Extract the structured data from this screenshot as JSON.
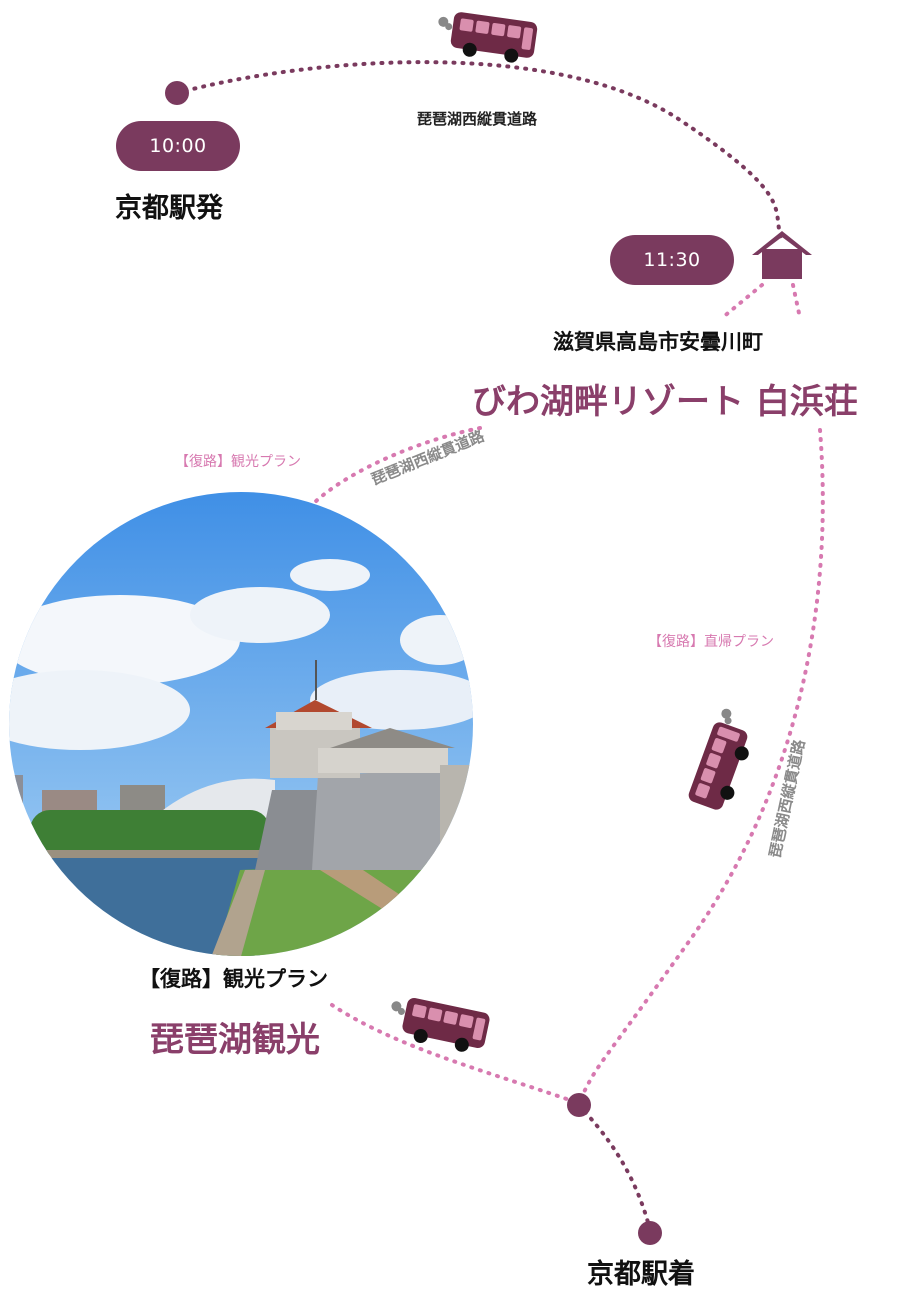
{
  "stops": {
    "start": {
      "time": "10:00",
      "name": "京都駅発"
    },
    "resort": {
      "time": "11:30",
      "address": "滋賀県高島市安曇川町",
      "name": "びわ湖畔リゾート 白浜荘"
    },
    "end": {
      "name": "京都駅着"
    }
  },
  "roads": {
    "outbound": "琵琶湖西縦貫道路",
    "return_sightseeing": "琵琶湖西縦貫道路",
    "return_direct": "琵琶湖西縦貫道路"
  },
  "plans": {
    "sightseeing_top": "【復路】観光プラン",
    "direct": "【復路】直帰プラン",
    "sightseeing_caption": "【復路】観光プラン",
    "sightseeing_title": "琵琶湖観光"
  },
  "colors": {
    "accent_dark": "#7a3a5e",
    "accent_pink": "#d779b0",
    "bus": "#6e2a46",
    "dot_dark": "#7a3a5e"
  },
  "icons": [
    "bus-icon",
    "home-icon",
    "lake-photo"
  ]
}
